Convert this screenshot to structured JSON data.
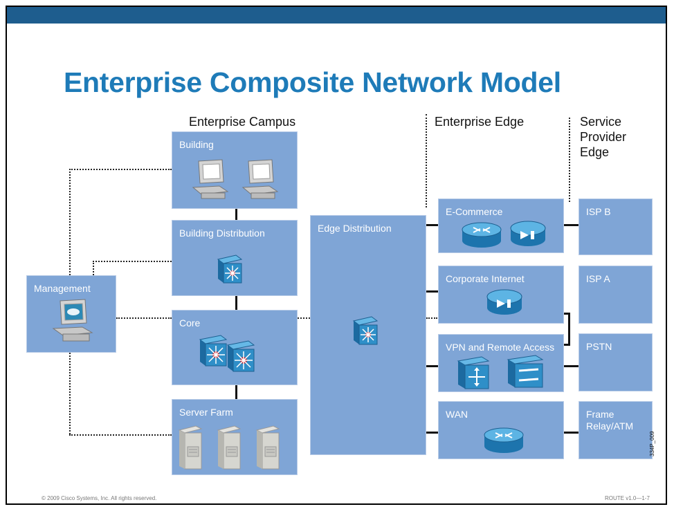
{
  "title": "Enterprise Composite Network Model",
  "sections": {
    "campus": "Enterprise Campus",
    "edge": "Enterprise Edge",
    "sp_edge": [
      "Service",
      "Provider",
      "Edge"
    ]
  },
  "boxes": {
    "building": "Building",
    "building_distribution": "Building Distribution",
    "core": "Core",
    "server_farm": "Server Farm",
    "management": "Management",
    "edge_distribution": "Edge Distribution",
    "ecommerce": "E-Commerce",
    "corporate_internet": "Corporate Internet",
    "vpn": "VPN and Remote Access",
    "wan": "WAN",
    "isp_b": "ISP B",
    "isp_a": "ISP A",
    "pstn": "PSTN",
    "frame_relay": [
      "Frame",
      "Relay/ATM"
    ]
  },
  "footer": {
    "copyright": "© 2009 Cisco Systems, Inc. All rights reserved.",
    "course": "ROUTE v1.0—1-7",
    "code": "334P_009"
  },
  "colors": {
    "topbar": "#1e5d8e",
    "title": "#1e7bb8",
    "box": "#7fa5d6",
    "device": "#2f8fc8"
  },
  "icons": [
    "pc-icon",
    "multilayer-switch-icon",
    "router-icon",
    "firewall-icon",
    "server-icon",
    "cloud-pc-icon",
    "vpn-concentrator-icon"
  ]
}
